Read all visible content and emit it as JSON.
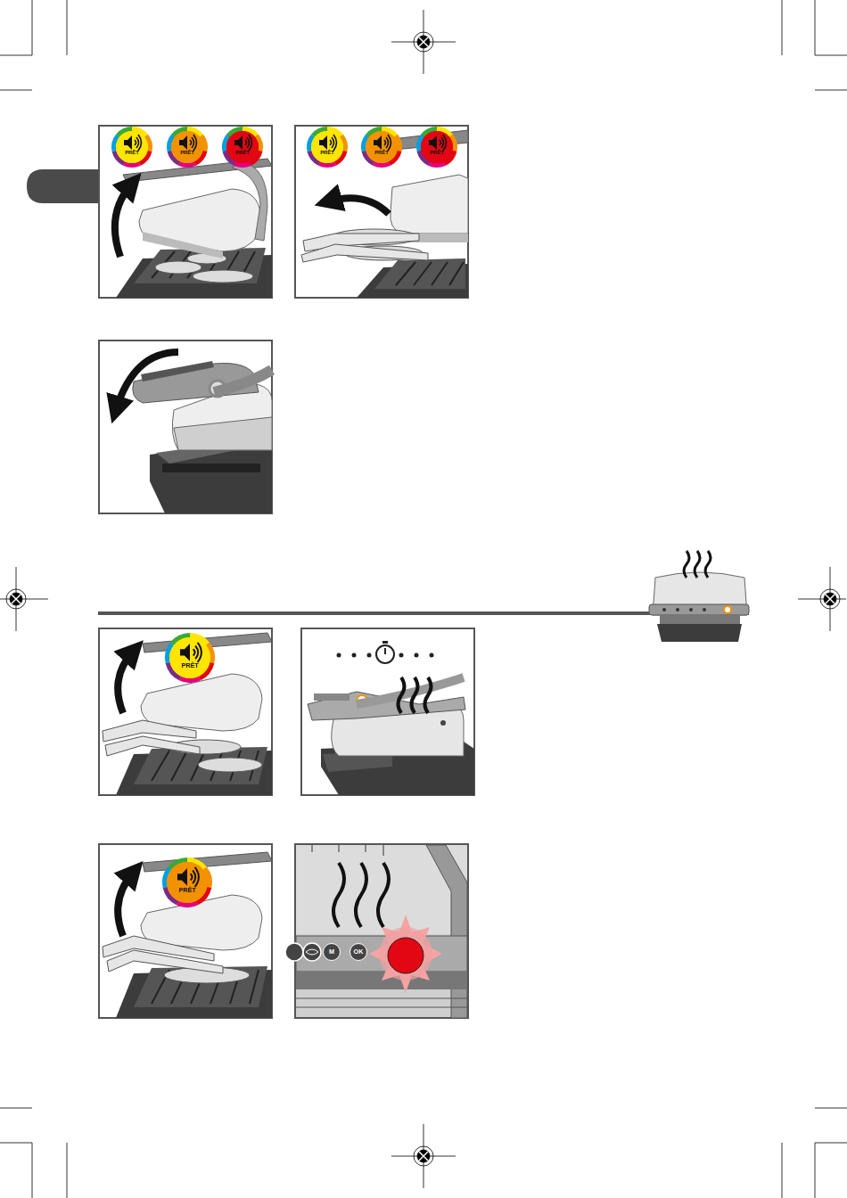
{
  "diagram": {
    "nodes": [
      {
        "text": [
          "PRÊT"
        ]
      },
      {
        "text": [
          "PRÊT"
        ]
      },
      {
        "text": [
          "PRÊT"
        ]
      },
      {
        "text": [
          "PRÊT"
        ]
      },
      {
        "text": [
          "PRÊT"
        ]
      },
      {
        "text": [
          "PRÊT"
        ]
      },
      {
        "text": [
          "PRÊT"
        ]
      },
      {
        "text": [
          "PRÊT"
        ]
      },
      {
        "text": [
          "M"
        ]
      },
      {
        "text": [
          "OK"
        ]
      }
    ]
  }
}
